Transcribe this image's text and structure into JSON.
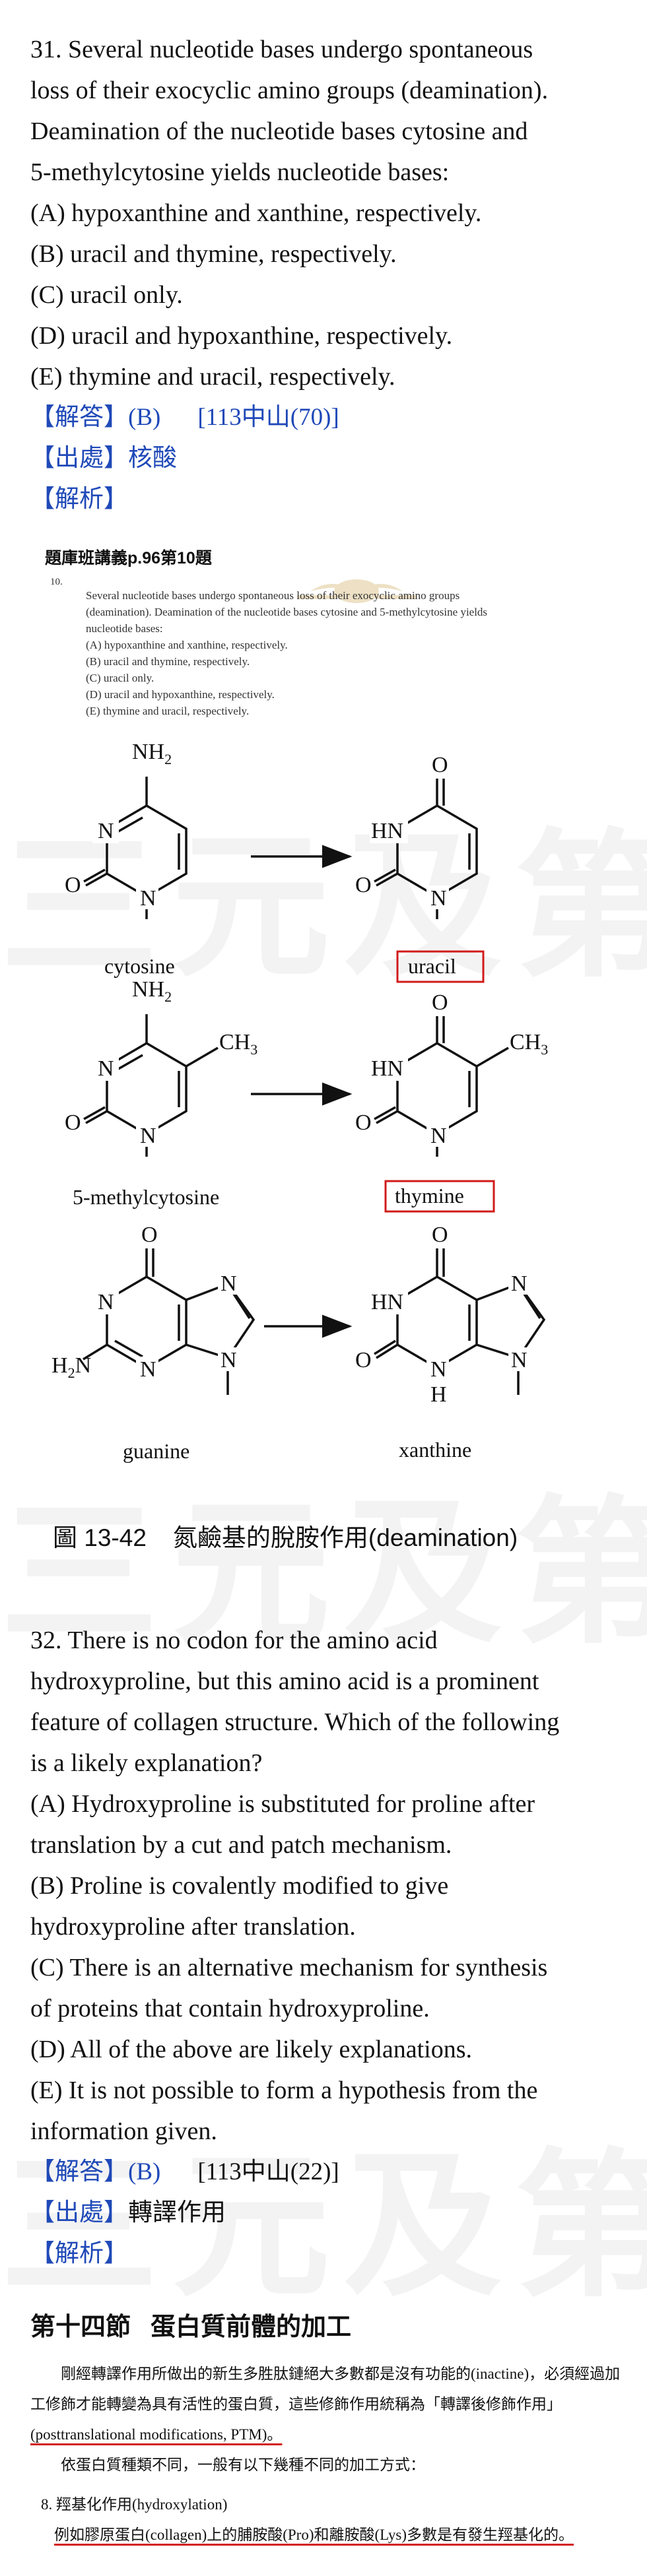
{
  "watermark": "三元及第",
  "q31": {
    "lines": [
      "31. Several nucleotide bases undergo spontaneous",
      "loss of their exocyclic amino groups (deamination).",
      "Deamination of the nucleotide bases cytosine and",
      "5-methylcytosine yields nucleotide bases:",
      "(A) hypoxanthine and xanthine, respectively.",
      "(B) uracil and thymine, respectively.",
      "(C) uracil only.",
      "(D) uracil and hypoxanthine, respectively.",
      "(E) thymine and uracil, respectively."
    ],
    "answer_label": "【解答】",
    "answer": "(B)",
    "source_ref": "[113中山(70)]",
    "origin_label": "【出處】",
    "origin": "核酸",
    "analysis_label": "【解析】"
  },
  "clip": {
    "title": "題庫班講義p.96第10題",
    "num": "10.",
    "lines": [
      "Several nucleotide bases undergo spontaneous loss of their exocyclic amino groups",
      "(deamination). Deamination of the nucleotide bases cytosine and 5-methylcytosine yields",
      "nucleotide bases:",
      "(A) hypoxanthine and xanthine, respectively.",
      "(B) uracil and thymine, respectively.",
      "(C) uracil only.",
      "(D) uracil and hypoxanthine, respectively.",
      "(E) thymine and uracil, respectively."
    ]
  },
  "figure": {
    "nh2": "NH",
    "sub2": "2",
    "ch3": "CH",
    "sub3": "3",
    "n": "N",
    "o": "O",
    "hn": "HN",
    "h": "H",
    "h2n": "H",
    "labels": {
      "cytosine": "cytosine",
      "uracil": "uracil",
      "methylcytosine": "5-methylcytosine",
      "thymine": "thymine",
      "guanine": "guanine",
      "xanthine": "xanthine"
    },
    "caption_num": "圖 13-42",
    "caption_text": "氮鹼基的脫胺作用(deamination)",
    "highlight_color": "#d21a1a"
  },
  "q32": {
    "lines": [
      "32. There is no codon for the amino acid",
      "hydroxyproline, but this amino acid is a prominent",
      "feature of collagen structure. Which of the following",
      "is a likely explanation?",
      "(A) Hydroxyproline is substituted for proline after",
      "translation by a cut and patch mechanism.",
      "(B) Proline is covalently modified to give",
      "hydroxyproline after translation.",
      "(C) There is an alternative mechanism for synthesis",
      "of proteins that contain hydroxyproline.",
      "(D) All of the above are likely explanations.",
      "(E) It is not possible to form a hypothesis from the",
      "information given."
    ],
    "answer_label": "【解答】",
    "answer": "(B)",
    "source_ref": "[113中山(22)]",
    "origin_label": "【出處】",
    "origin": "轉譯作用",
    "analysis_label": "【解析】"
  },
  "section": {
    "num": "第十四節",
    "title": "蛋白質前體的加工",
    "p1_a": "剛經轉譯作用所做出的新生多胜肽鏈絕大多數都是沒有功能的(inactine)，必須經過加",
    "p1_b": "工修飾才能轉變為具有活性的蛋白質，這些修飾作用統稱為「轉譯後修飾作用」",
    "p1_c": "(posttranslational modifications, PTM)。",
    "p2": "依蛋白質種類不同，一般有以下幾種不同的加工方式：",
    "item_title": "8. 羥基化作用(hydroxylation)",
    "item_text": "例如膠原蛋白(collagen)上的脯胺酸(Pro)和離胺酸(Lys)多數是有發生羥基化的。"
  }
}
